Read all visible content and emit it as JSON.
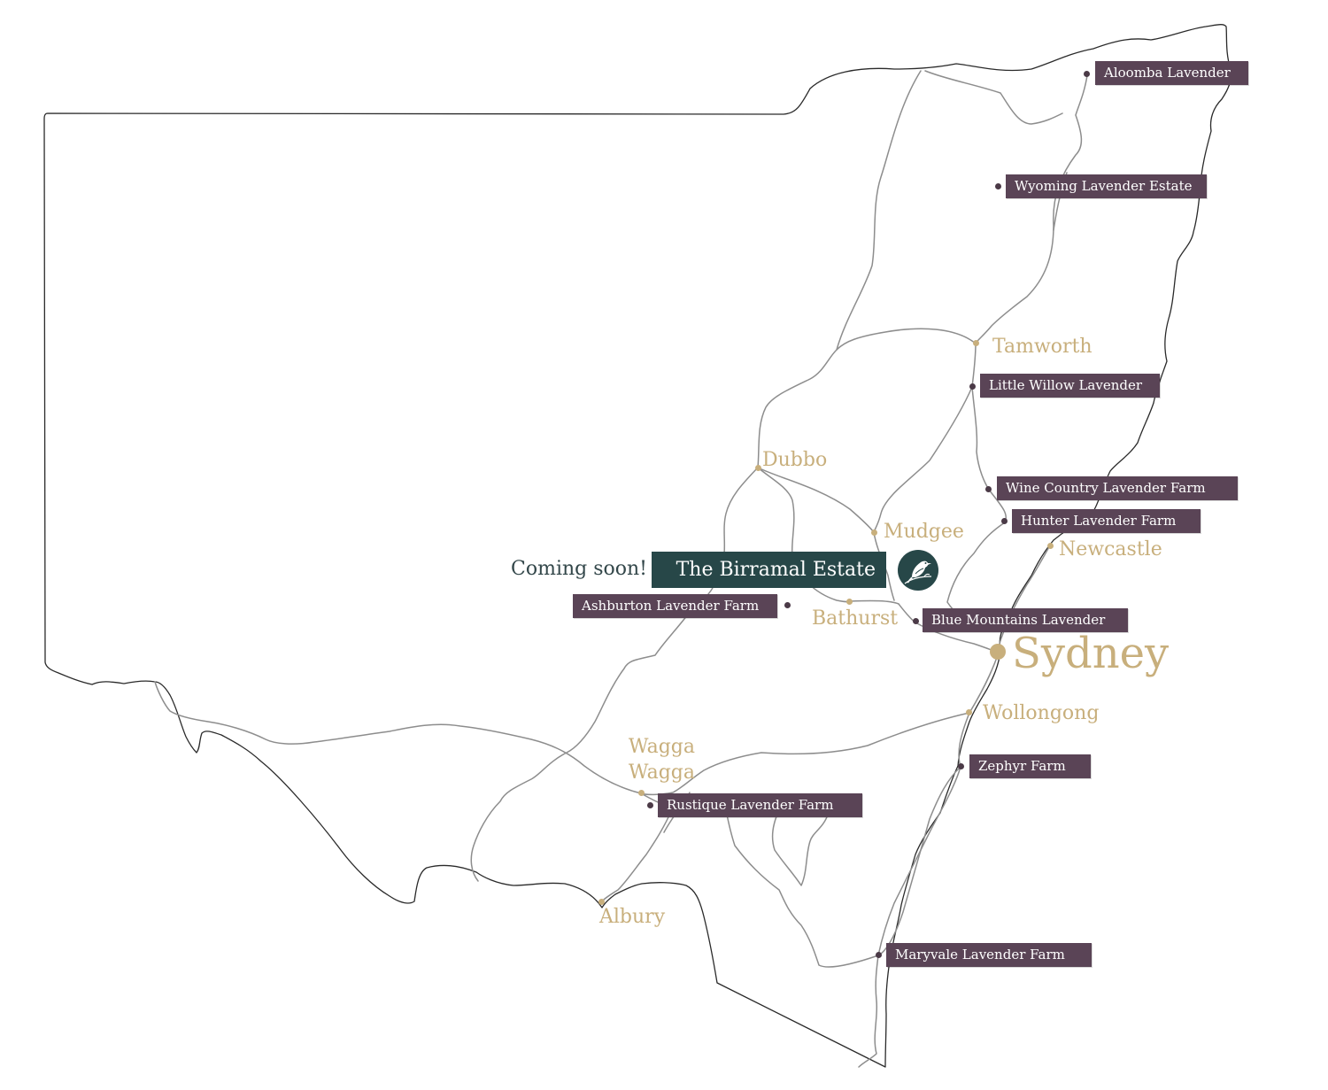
{
  "colors": {
    "farm_label_bg": "#5a4456",
    "farm_dot": "#4b3a47",
    "city_text": "#c8af7c",
    "estate_bg": "#274748",
    "border": "#2a2a2a",
    "roads": "#8d8d8d"
  },
  "map": {
    "region": "New South Wales",
    "featured": {
      "name": "The Birramal Estate",
      "status": "Coming soon!",
      "logo_icon": "bird-on-branch-icon"
    },
    "cities": [
      {
        "id": "tamworth",
        "name": "Tamworth"
      },
      {
        "id": "dubbo",
        "name": "Dubbo"
      },
      {
        "id": "mudgee",
        "name": "Mudgee"
      },
      {
        "id": "newcastle",
        "name": "Newcastle"
      },
      {
        "id": "bathurst",
        "name": "Bathurst"
      },
      {
        "id": "sydney",
        "name": "Sydney"
      },
      {
        "id": "wollongong",
        "name": "Wollongong"
      },
      {
        "id": "wagga-wagga",
        "name": "Wagga\nWagga"
      },
      {
        "id": "albury",
        "name": "Albury"
      }
    ],
    "farms": [
      {
        "id": "aloomba",
        "name": "Aloomba Lavender"
      },
      {
        "id": "wyoming",
        "name": "Wyoming Lavender Estate"
      },
      {
        "id": "little-willow",
        "name": "Little Willow Lavender"
      },
      {
        "id": "wine-country",
        "name": "Wine Country Lavender Farm"
      },
      {
        "id": "hunter",
        "name": "Hunter Lavender Farm"
      },
      {
        "id": "ashburton",
        "name": "Ashburton Lavender Farm"
      },
      {
        "id": "blue-mountains",
        "name": "Blue Mountains Lavender"
      },
      {
        "id": "zephyr",
        "name": "Zephyr Farm"
      },
      {
        "id": "rustique",
        "name": "Rustique Lavender Farm"
      },
      {
        "id": "maryvale",
        "name": "Maryvale Lavender Farm"
      }
    ]
  }
}
